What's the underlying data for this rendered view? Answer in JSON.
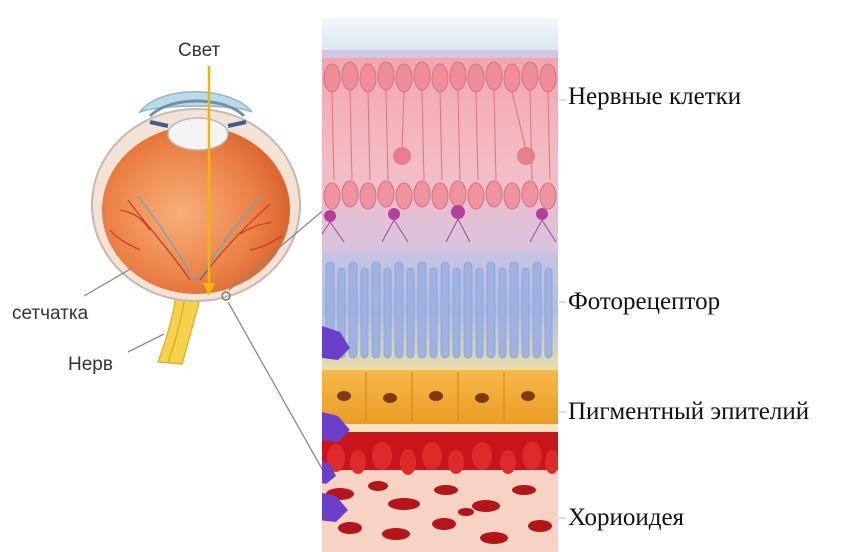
{
  "labels": {
    "light": "Свет",
    "retina": "сетчатка",
    "nerve": "Нерв"
  },
  "layers": [
    {
      "id": "nerve-cells",
      "label": "Нервные клетки"
    },
    {
      "id": "photoreceptor",
      "label": "Фоторецептор"
    },
    {
      "id": "pigment-epithelium",
      "label": "Пигментный эпителий"
    },
    {
      "id": "choroid",
      "label": "Хориоидея"
    }
  ],
  "colors": {
    "light_arrow": "#f2b705",
    "eye_interior": "#e9763a",
    "nerve": "#f6d24a",
    "nerve_cells_layer": "#f4b2b9",
    "photoreceptor_layer": "#b9c6e6",
    "pigment_layer": "#f3a93b",
    "choroid_layer": "#c8141b",
    "purple_cell": "#6a3fc9"
  }
}
